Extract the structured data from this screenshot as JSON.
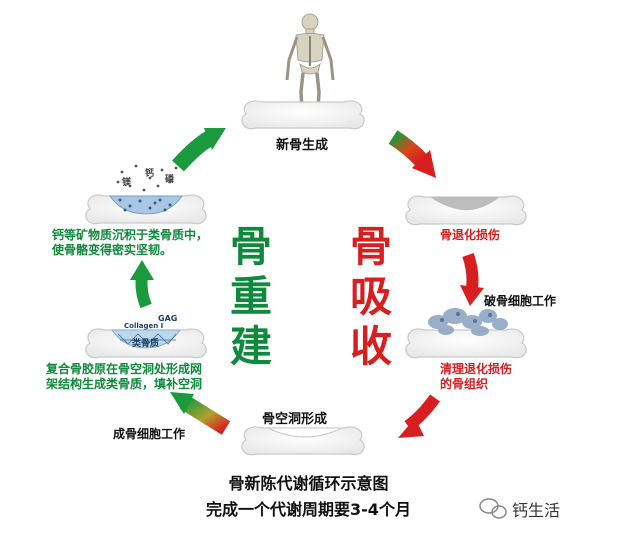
{
  "stages": {
    "new_bone": "新骨生成",
    "bone_degradation": "骨退化损伤",
    "osteoclast": "破骨细胞工作",
    "clear_damaged": "清理退化损伤\n的骨组织",
    "bone_cavity": "骨空洞形成",
    "osteoblast": "成骨细胞工作",
    "collagen_fill": "复合骨胶原在骨空洞处形成网\n架结构生成类骨质，填补空洞",
    "mineral_deposit": "钙等矿物质沉积于类骨质中，\n使骨骼变得密实坚韧。"
  },
  "processes": {
    "rebuild": "骨重建",
    "resorption": "骨吸收"
  },
  "bone_labels": {
    "collagen": "Collagen I",
    "gag": "GAG",
    "osteoid": "类骨质",
    "mineral_1": "镁",
    "mineral_2": "钙",
    "mineral_3": "磷"
  },
  "caption": {
    "line1": "骨新陈代谢循环示意图",
    "line2": "完成一个代谢周期要3-4个月"
  },
  "watermark": "钙生活",
  "colors": {
    "green": "#0f8a3c",
    "red": "#d81e1e"
  }
}
